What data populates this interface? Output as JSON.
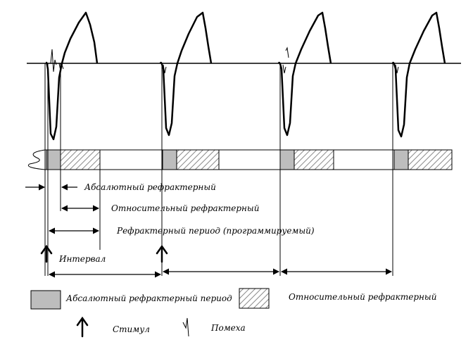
{
  "labels": {
    "absolute_refractory": "Абсалютный рефрактерный",
    "relative_refractory": "Относительный рефрактерный",
    "refractory_period": "Рефрактерный период (программируемый)",
    "interval": "Интервал"
  },
  "legend": {
    "absolute_period": "Абсалютный рефрактерный период",
    "relative": "Относительный рефрактерный",
    "stimulus": "Стимул",
    "noise": "Помеха"
  },
  "colors": {
    "absolute_fill": "#bdbdbd",
    "hatch": "#8a8a8a",
    "line": "#000000"
  },
  "icons": {
    "stimulus": "up-arrow-icon",
    "noise": "noise-spike-icon"
  }
}
